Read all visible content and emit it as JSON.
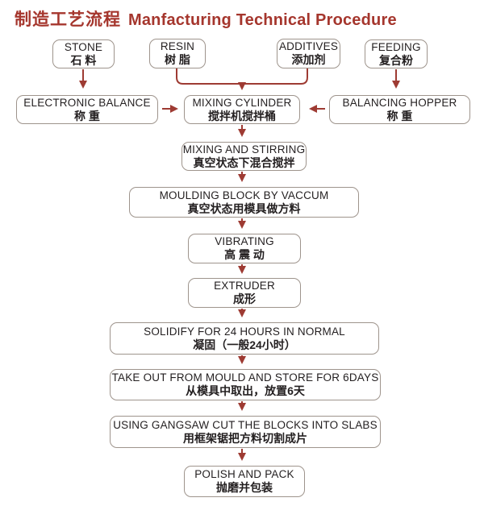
{
  "title": {
    "zh": "制造工艺流程",
    "en": "Manfacturing Technical Procedure"
  },
  "colors": {
    "title": "#A5362D",
    "arrow": "#9E3B33",
    "border": "#9E948C",
    "text": "#231F20",
    "bg": "#FFFFFF"
  },
  "nodes": {
    "stone": {
      "en": "STONE",
      "zh": "石 料"
    },
    "resin": {
      "en": "RESIN",
      "zh": "树 脂"
    },
    "additives": {
      "en": "ADDITIVES",
      "zh": "添加剂"
    },
    "feeding": {
      "en": "FEEDING",
      "zh": "复合粉"
    },
    "electronic_balance": {
      "en": "ELECTRONIC BALANCE",
      "zh": "称 重"
    },
    "mixing_cylinder": {
      "en": "MIXING CYLINDER",
      "zh": "搅拌机搅拌桶"
    },
    "balancing_hopper": {
      "en": "BALANCING HOPPER",
      "zh": "称 重"
    },
    "mixing_stirring": {
      "en": "MIXING AND STIRRING",
      "zh": "真空状态下混合搅拌"
    },
    "moulding": {
      "en": "MOULDING BLOCK BY VACCUM",
      "zh": "真空状态用模具做方料"
    },
    "vibrating": {
      "en": "VIBRATING",
      "zh": "高 震 动"
    },
    "extruder": {
      "en": "EXTRUDER",
      "zh": "成形"
    },
    "solidify": {
      "en": "SOLIDIFY FOR 24 HOURS IN NORMAL",
      "zh": "凝固（一般24小时）"
    },
    "take_out": {
      "en": "TAKE OUT FROM MOULD AND STORE FOR 6DAYS",
      "zh": "从模具中取出，放置6天"
    },
    "gangsaw": {
      "en": "USING GANGSAW CUT THE BLOCKS INTO SLABS",
      "zh": "用框架锯把方料切割成片"
    },
    "polish": {
      "en": "POLISH AND PACK",
      "zh": "抛磨并包装"
    }
  }
}
